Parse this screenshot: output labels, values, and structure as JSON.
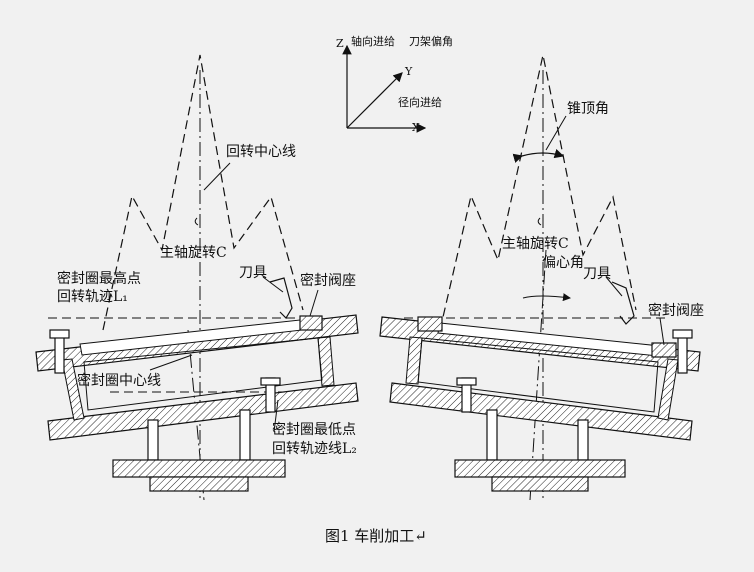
{
  "axes": {
    "z": "Z",
    "y": "Y",
    "x": "X",
    "axial_feed": "轴向进给",
    "tool_angle": "刀架偏角",
    "radial_feed": "径向进给"
  },
  "left": {
    "rotation_centerline": "回转中心线",
    "spindle_rotation": "主轴旋转C",
    "tool": "刀具",
    "valve_seat": "密封阀座",
    "highest_point_line1": "密封圈最高点",
    "highest_point_line2": "回转轨迹L₁",
    "ring_centerline": "密封圈中心线",
    "lowest_point_line1": "密封圈最低点",
    "lowest_point_line2": "回转轨迹线L₂"
  },
  "right": {
    "cone_angle": "锥顶角",
    "spindle_rotation": "主轴旋转C",
    "eccentric_angle": "偏心角",
    "tool": "刀具",
    "valve_seat": "密封阀座"
  },
  "caption": "图1  车削加工↵"
}
